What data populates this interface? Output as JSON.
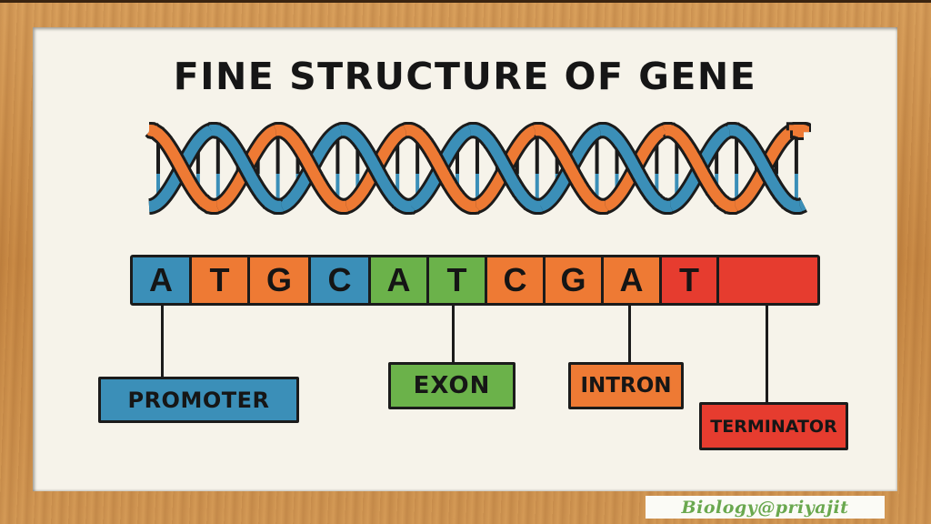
{
  "title": "FINE STRUCTURE OF GENE",
  "colors": {
    "blue": "#3b8fb8",
    "orange": "#ee7a34",
    "green": "#6bb24a",
    "red": "#e63c2f",
    "board": "#f6f3ea",
    "frame": "#c98a45",
    "outline": "#1b1b1b"
  },
  "helix": {
    "strand_colors": [
      "#ee7a34",
      "#3b8fb8"
    ],
    "turns": 5
  },
  "sequence": {
    "cells": [
      {
        "base": "A",
        "color": "#3b8fb8",
        "width": 65
      },
      {
        "base": "T",
        "color": "#ee7a34",
        "width": 64
      },
      {
        "base": "G",
        "color": "#ee7a34",
        "width": 67
      },
      {
        "base": "C",
        "color": "#3b8fb8",
        "width": 66
      },
      {
        "base": "A",
        "color": "#6bb24a",
        "width": 64
      },
      {
        "base": "T",
        "color": "#6bb24a",
        "width": 64
      },
      {
        "base": "C",
        "color": "#ee7a34",
        "width": 64
      },
      {
        "base": "G",
        "color": "#ee7a34",
        "width": 64
      },
      {
        "base": "A",
        "color": "#ee7a34",
        "width": 64
      },
      {
        "base": "T",
        "color": "#e63c2f",
        "width": 63
      },
      {
        "base": "",
        "color": "#e63c2f",
        "width": 108
      }
    ]
  },
  "labels": [
    {
      "text": "PROMOTER",
      "color": "#3b8fb8"
    },
    {
      "text": "EXON",
      "color": "#6bb24a"
    },
    {
      "text": "INTRON",
      "color": "#ee7a34"
    },
    {
      "text": "TERMINATOR",
      "color": "#e63c2f"
    }
  ],
  "watermark": "Biology@priyajit"
}
